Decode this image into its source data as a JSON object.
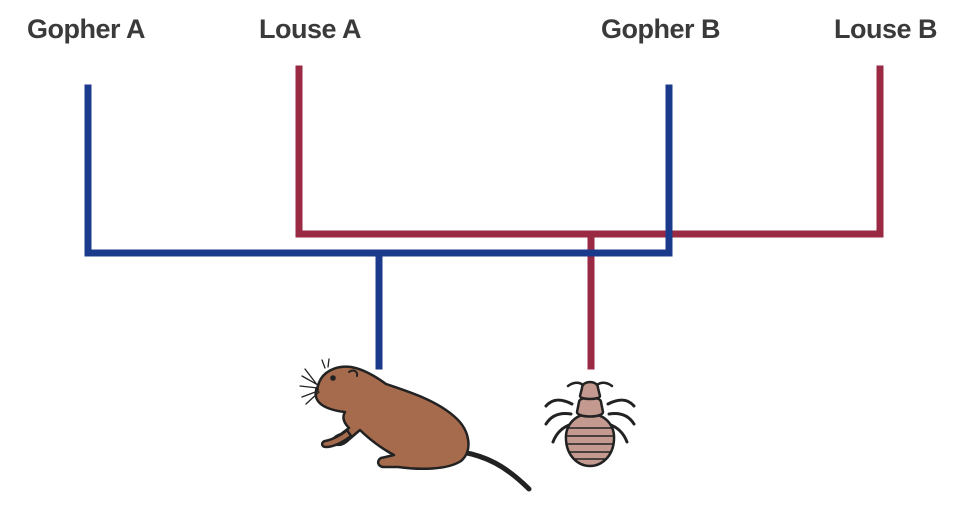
{
  "labels": {
    "gopher_a": "Gopher A",
    "louse_a": "Louse A",
    "gopher_b": "Gopher B",
    "louse_b": "Louse B"
  },
  "colors": {
    "gopher_tree": "#1c3a8c",
    "louse_tree": "#9a2a44",
    "gopher_body": "#a66a4c",
    "louse_body": "#c49a90",
    "outline": "#222222"
  },
  "icons": {
    "gopher": "gopher-icon",
    "louse": "louse-icon"
  }
}
